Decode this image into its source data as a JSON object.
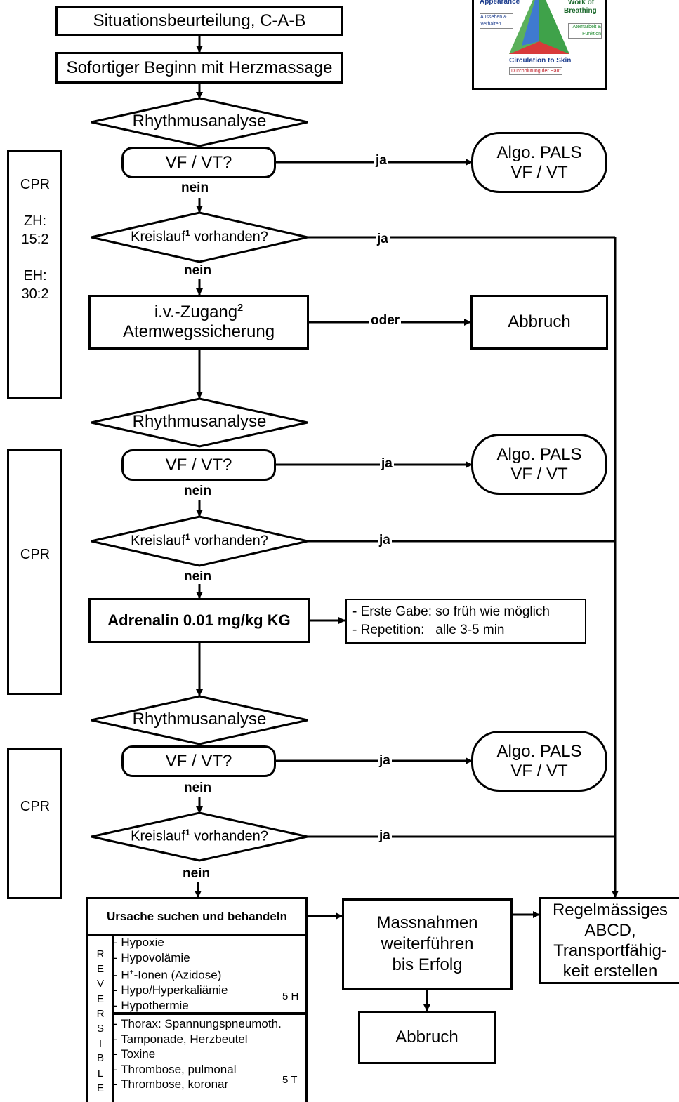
{
  "flow": {
    "situation": "Situationsbeurteilung, C-A-B",
    "start": "Sofortiger Beginn mit Herzmassage",
    "rhythm": "Rhythmusanalyse",
    "vfvt": "VF / VT?",
    "yes": "ja",
    "no": "nein",
    "or": "oder",
    "circulation": "Kreislauf",
    "circulation_sup": "1",
    "circulation_suffix": " vorhanden?",
    "pals_line1": "Algo. PALS",
    "pals_line2": "VF / VT",
    "iv_access": "i.v.-Zugang",
    "iv_sup": "2",
    "airway": "Atemwegssicherung",
    "abort": "Abbruch",
    "adrenalin": "Adrenalin 0.01 mg/kg KG",
    "adrenalin_note1": "- Erste Gabe: so früh wie möglich",
    "adrenalin_note2": "- Repetition:   alle 3-5 min",
    "cause": "Ursache suchen und behandeln",
    "continue_1": "Massnahmen",
    "continue_2": "weiterführen",
    "continue_3": "bis Erfolg",
    "regular_1": "Regelmässiges",
    "regular_2": "ABCD,",
    "regular_3": "Transportfähig-",
    "regular_4": "keit erstellen"
  },
  "cpr": {
    "label": "CPR",
    "zh_label": "ZH:",
    "zh_ratio": "15:2",
    "eh_label": "EH:",
    "eh_ratio": "30:2"
  },
  "reversible": {
    "letters": [
      "R",
      "E",
      "V",
      "E",
      "R",
      "S",
      "I",
      "B",
      "L",
      "E"
    ],
    "h_items": [
      "- Hypoxie",
      "- Hypovolämie",
      "- H",
      "- Hypo/Hyperkaliämie",
      "- Hypothermie"
    ],
    "h_ion_sup": "+",
    "h_ion_rest": "-Ionen (Azidose)",
    "h_tag": "5 H",
    "t_items": [
      "- Thorax: Spannungspneumoth.",
      "- Tamponade, Herzbeutel",
      "- Toxine",
      "- Thrombose, pulmonal",
      "- Thrombose, koronar"
    ],
    "t_tag": "5 T"
  },
  "triangle": {
    "appearance": "Appearance",
    "appearance_de": "Aussehen & Verhalten",
    "work_of": "Work of",
    "breathing": "Breathing",
    "breathing_de": "Atemarbeit & Funktion",
    "circulation": "Circulation to Skin",
    "circulation_de": "Durchblutung der Haut",
    "colors": {
      "left": "#4aa04a",
      "right": "#3a9a3a",
      "bottom": "#d23a3a",
      "center": "#1f5fbf",
      "top": "#e8c020"
    }
  }
}
